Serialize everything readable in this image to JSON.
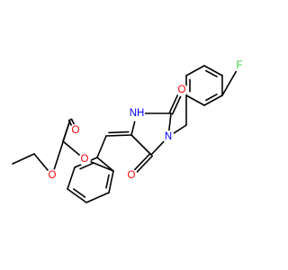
{
  "molecule": {
    "colors": {
      "bond": "#000000",
      "O": "#ff0000",
      "N": "#0000ff",
      "F": "#33cc33",
      "H": "#0000ff"
    },
    "atoms": [
      {
        "id": "F",
        "element": "F",
        "label": "F"
      },
      {
        "id": "O1",
        "element": "O",
        "label": "O"
      },
      {
        "id": "NH",
        "element": "N",
        "label": "NH"
      },
      {
        "id": "N1",
        "element": "N",
        "label": "N"
      },
      {
        "id": "O2",
        "element": "O",
        "label": "O"
      },
      {
        "id": "O3",
        "element": "O",
        "label": "O"
      },
      {
        "id": "O4",
        "element": "O",
        "label": "O"
      },
      {
        "id": "O5",
        "element": "O",
        "label": "O"
      }
    ]
  }
}
